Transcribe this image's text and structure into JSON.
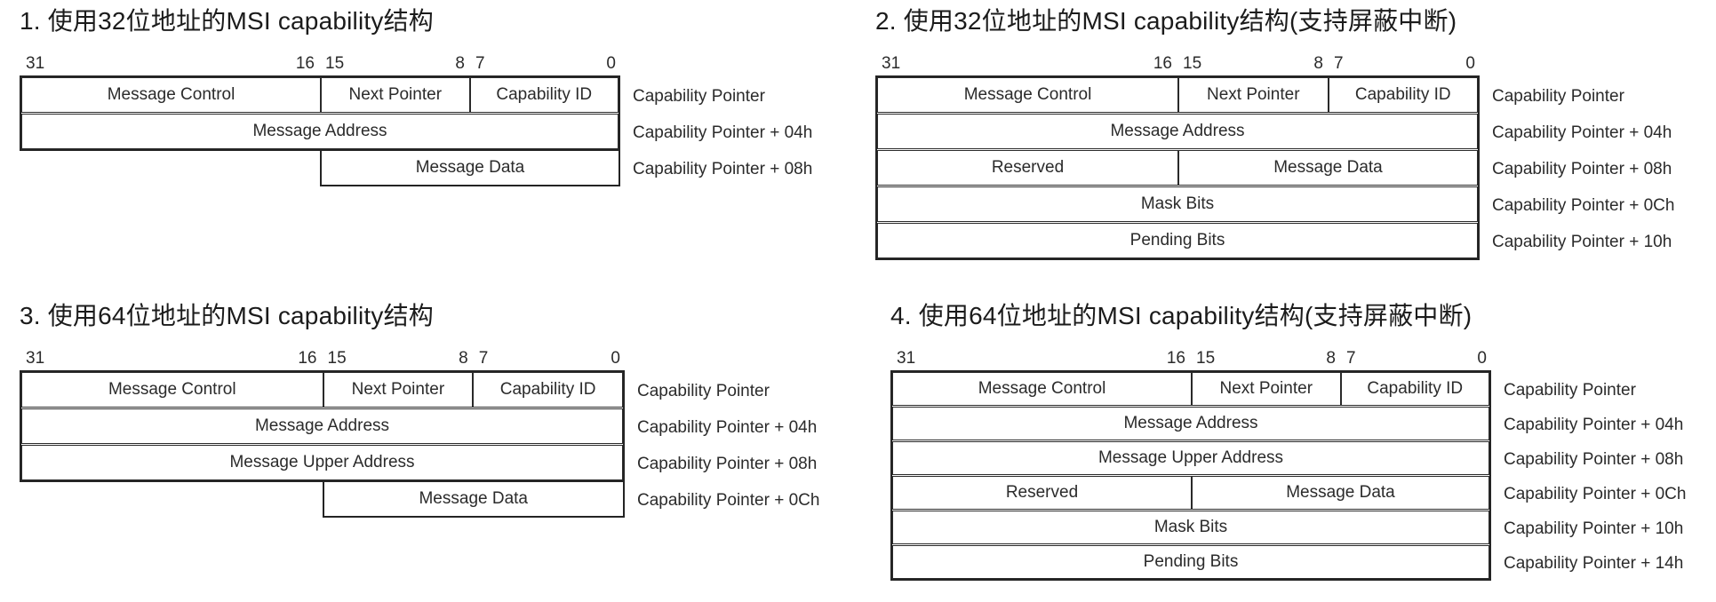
{
  "diagrams": [
    {
      "title": "1. 使用32位地址的MSI capability结构",
      "bit_labels": [
        "31",
        "16",
        "15",
        "8",
        "7",
        "0"
      ],
      "rows": [
        {
          "cells": [
            "Message Control",
            "Next Pointer",
            "Capability ID"
          ],
          "offset": "Capability Pointer"
        },
        {
          "cells": [
            "Message Address"
          ],
          "offset": "Capability Pointer + 04h"
        },
        {
          "cells": [
            "Message Data"
          ],
          "offset": "Capability Pointer + 08h",
          "layout": "right-half"
        }
      ]
    },
    {
      "title": "2. 使用32位地址的MSI capability结构(支持屏蔽中断)",
      "bit_labels": [
        "31",
        "16",
        "15",
        "8",
        "7",
        "0"
      ],
      "rows": [
        {
          "cells": [
            "Message Control",
            "Next Pointer",
            "Capability ID"
          ],
          "offset": "Capability Pointer"
        },
        {
          "cells": [
            "Message Address"
          ],
          "offset": "Capability Pointer + 04h"
        },
        {
          "cells": [
            "Reserved",
            "Message Data"
          ],
          "offset": "Capability Pointer + 08h"
        },
        {
          "cells": [
            "Mask Bits"
          ],
          "offset": "Capability Pointer + 0Ch"
        },
        {
          "cells": [
            "Pending Bits"
          ],
          "offset": "Capability Pointer + 10h"
        }
      ]
    },
    {
      "title": "3. 使用64位地址的MSI capability结构",
      "bit_labels": [
        "31",
        "16",
        "15",
        "8",
        "7",
        "0"
      ],
      "rows": [
        {
          "cells": [
            "Message Control",
            "Next Pointer",
            "Capability ID"
          ],
          "offset": "Capability Pointer"
        },
        {
          "cells": [
            "Message Address"
          ],
          "offset": "Capability Pointer + 04h"
        },
        {
          "cells": [
            "Message Upper Address"
          ],
          "offset": "Capability Pointer + 08h"
        },
        {
          "cells": [
            "Message Data"
          ],
          "offset": "Capability Pointer + 0Ch",
          "layout": "right-half"
        }
      ]
    },
    {
      "title": "4. 使用64位地址的MSI capability结构(支持屏蔽中断)",
      "bit_labels": [
        "31",
        "16",
        "15",
        "8",
        "7",
        "0"
      ],
      "rows": [
        {
          "cells": [
            "Message Control",
            "Next Pointer",
            "Capability ID"
          ],
          "offset": "Capability Pointer"
        },
        {
          "cells": [
            "Message Address"
          ],
          "offset": "Capability Pointer + 04h"
        },
        {
          "cells": [
            "Message Upper Address"
          ],
          "offset": "Capability Pointer + 08h"
        },
        {
          "cells": [
            "Reserved",
            "Message Data"
          ],
          "offset": "Capability Pointer + 0Ch"
        },
        {
          "cells": [
            "Mask Bits"
          ],
          "offset": "Capability Pointer + 10h"
        },
        {
          "cells": [
            "Pending Bits"
          ],
          "offset": "Capability Pointer + 14h"
        }
      ]
    }
  ]
}
